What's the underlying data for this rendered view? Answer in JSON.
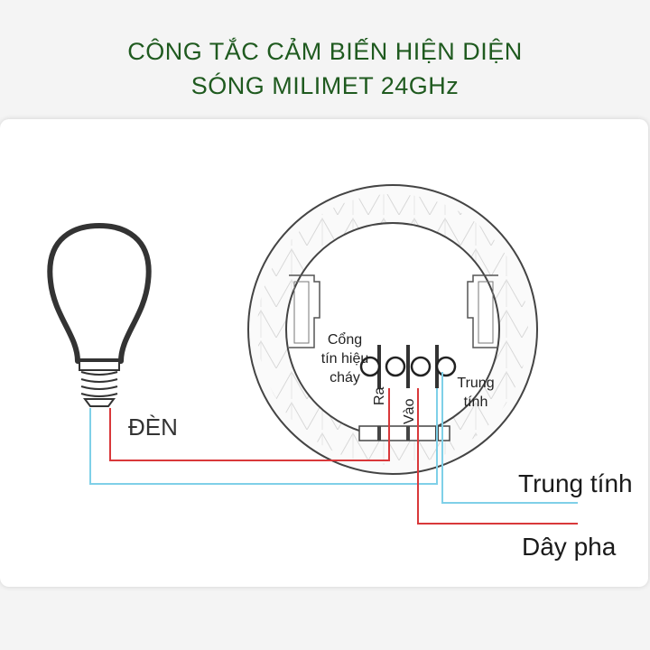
{
  "title": {
    "line1": "CÔNG TẮC CẢM BIẾN HIỆN DIỆN",
    "line2": "SÓNG MILIMET 24GHz"
  },
  "labels": {
    "lamp": "ĐÈN",
    "signal_terminal": "Cổng tín hiệu cháy",
    "out_terminal": "Ra",
    "in_terminal": "Vào",
    "neutral_terminal": "Trung tính",
    "neutral_wire": "Trung tính",
    "phase_wire": "Dây pha"
  },
  "colors": {
    "title": "#1f5a1f",
    "phase_wire": "#d9383a",
    "neutral_wire": "#7fd0e8",
    "outline": "#222222"
  },
  "icons": [
    "light-bulb-icon",
    "sensor-switch-icon"
  ]
}
